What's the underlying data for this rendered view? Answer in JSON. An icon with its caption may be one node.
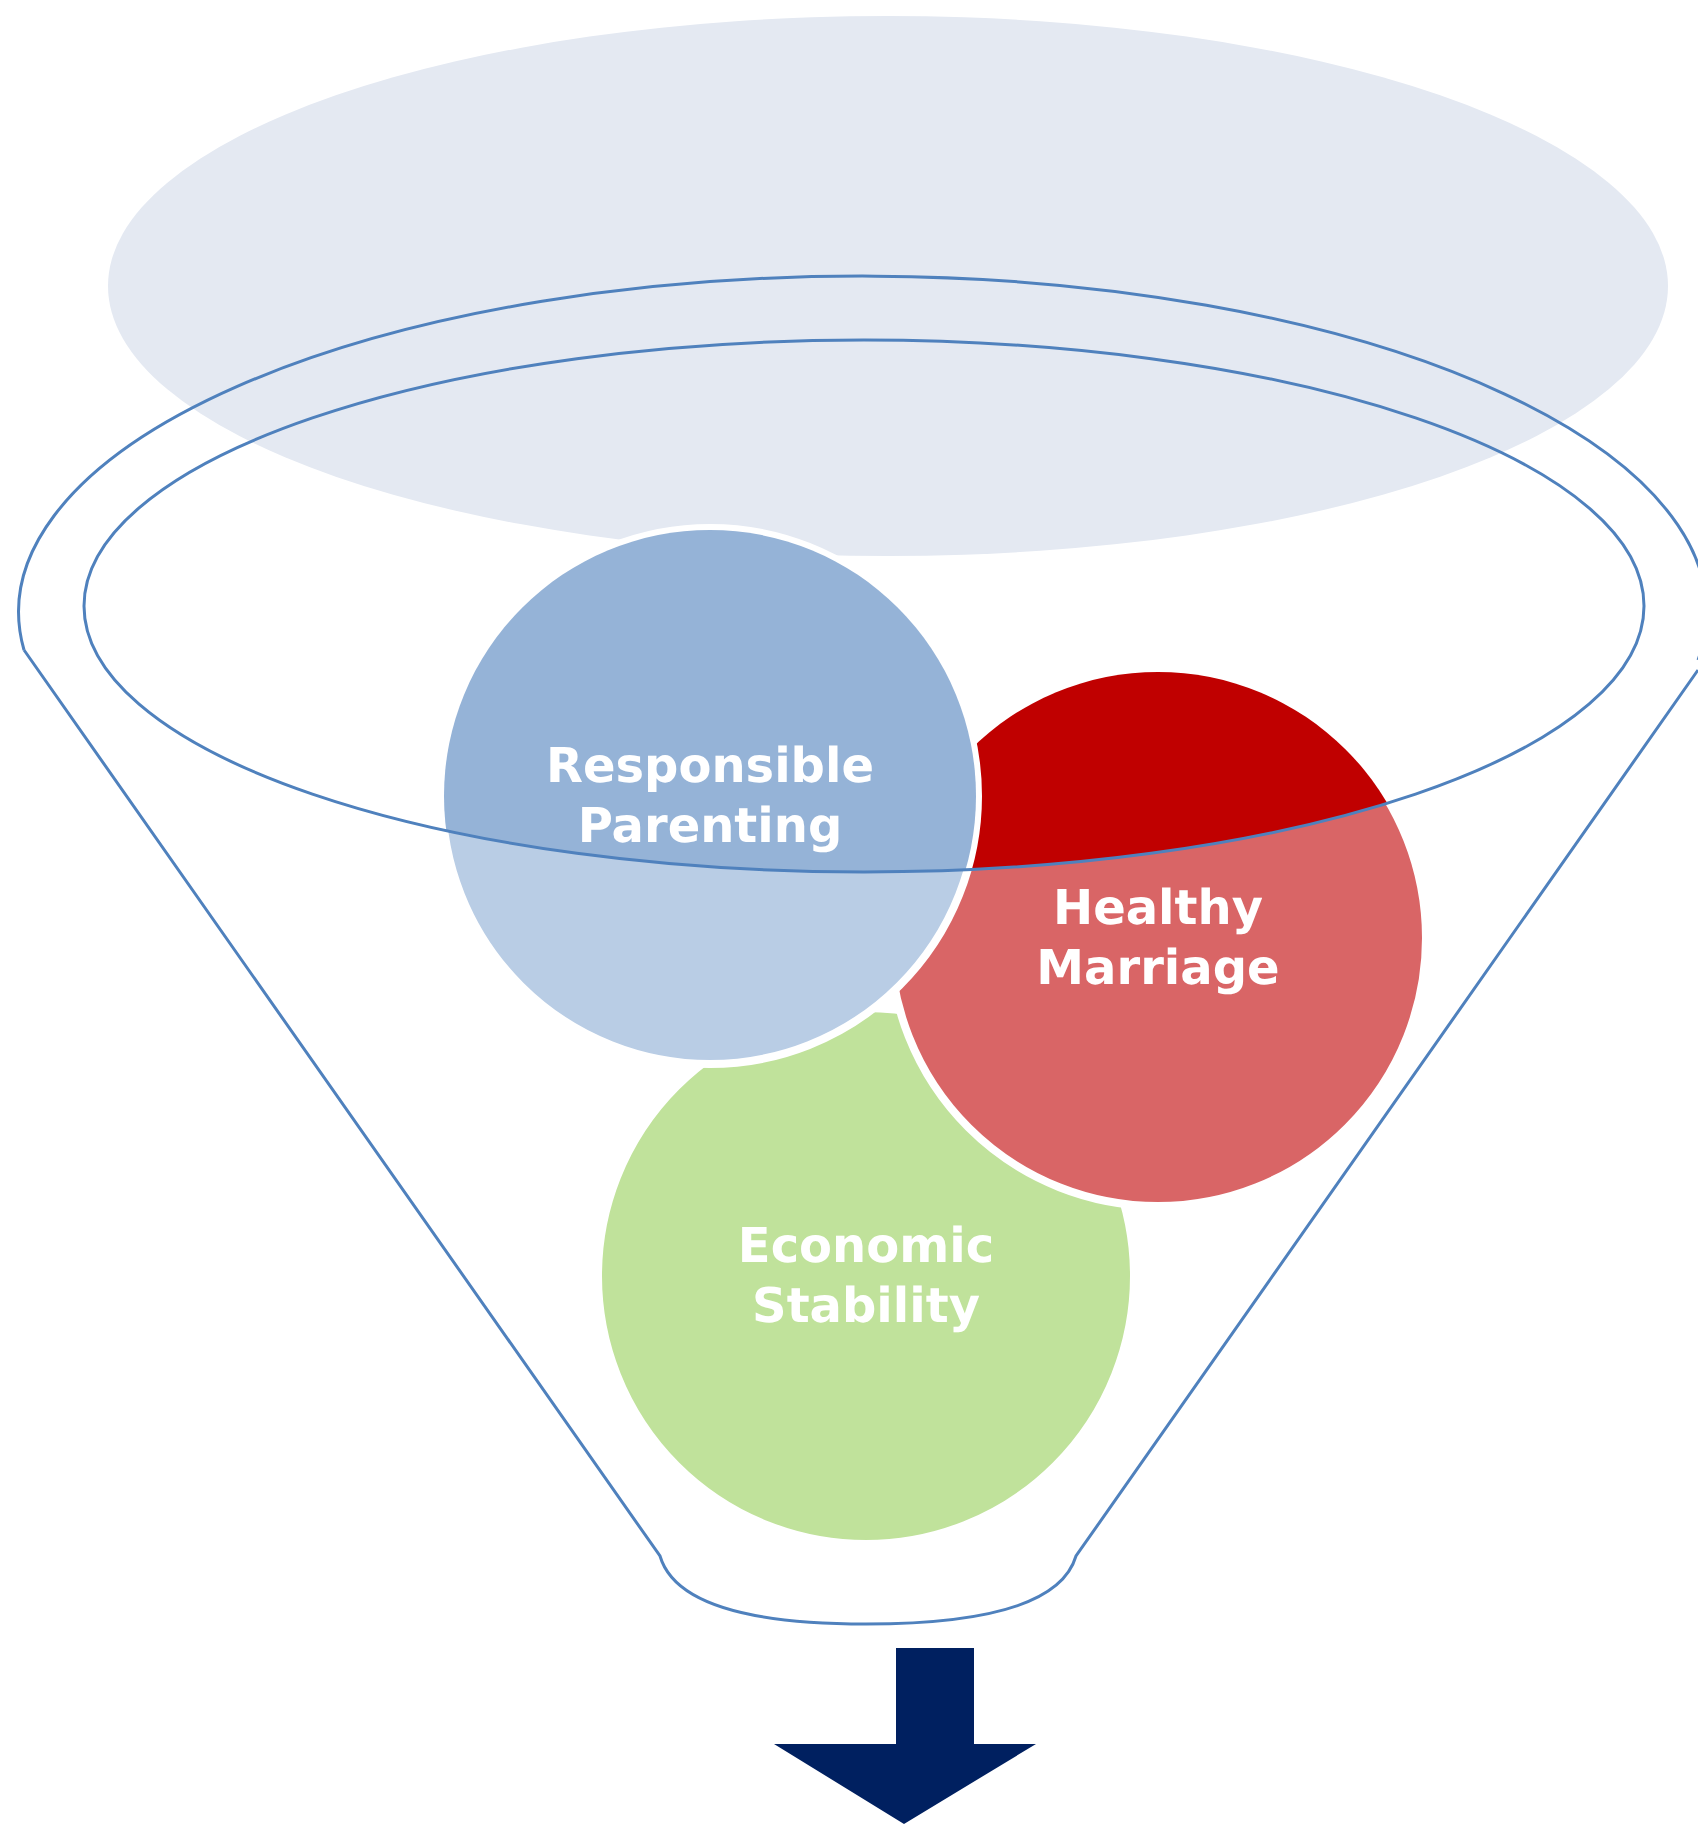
{
  "diagram": {
    "nodes": [
      {
        "text": [],
        "shape": "ellipse"
      },
      {
        "text": [
          "Responsible Parenting"
        ]
      },
      {
        "text": [
          "Healthy Marriage"
        ]
      },
      {
        "text": [
          "Economic Stability"
        ]
      }
    ]
  }
}
